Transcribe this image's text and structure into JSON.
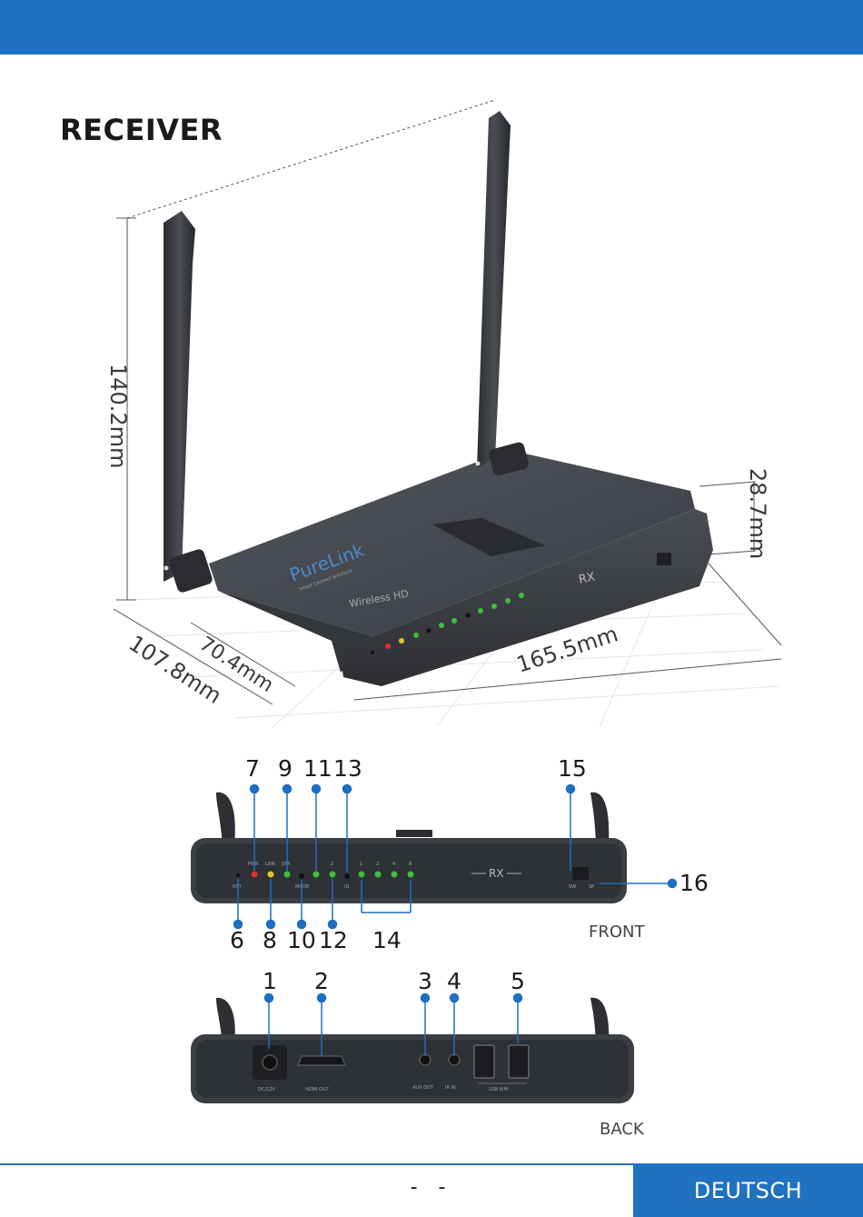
{
  "title": "RECEIVER",
  "dimensions": {
    "height": "140.2mm",
    "depth": "107.8mm",
    "depth_inner": "70.4mm",
    "width": "165.5mm",
    "thickness": "28.7mm"
  },
  "device_labels": {
    "brand": "PureLink",
    "brand_tagline": "Smart Connect Solutions",
    "product": "Wireless HD",
    "rx": "RX",
    "pwr": "PWR",
    "link": "LINK",
    "sta": "STA",
    "mode": "MODE",
    "id": "ID",
    "rst": "RST",
    "sw": "SW",
    "sp": "SP",
    "ch_1": "1",
    "ch_2": "2",
    "ch_4": "4",
    "ch_8": "8",
    "dc": "DC/12V",
    "hdmi_out": "HDMI OUT",
    "aux_out": "AUX OUT",
    "ir_in": "IR IN",
    "usb_km": "USB K/M"
  },
  "front_view": {
    "label": "FRONT",
    "callouts": {
      "c7": "7",
      "c9": "9",
      "c11": "11",
      "c13": "13",
      "c15": "15",
      "c6": "6",
      "c8": "8",
      "c10": "10",
      "c12": "12",
      "c14": "14",
      "c16": "16"
    }
  },
  "back_view": {
    "label": "BACK",
    "callouts": {
      "c1": "1",
      "c2": "2",
      "c3": "3",
      "c4": "4",
      "c5": "5"
    }
  },
  "footer": {
    "page_number": "- -",
    "language": "DEUTSCH"
  },
  "colors": {
    "brand_blue": "#1f72bf",
    "callout_blue": "#1e6fc0",
    "device_body": "#3d4045",
    "led_red": "#e0302a",
    "led_yellow": "#e4c42a",
    "led_green": "#3fbf3a"
  }
}
